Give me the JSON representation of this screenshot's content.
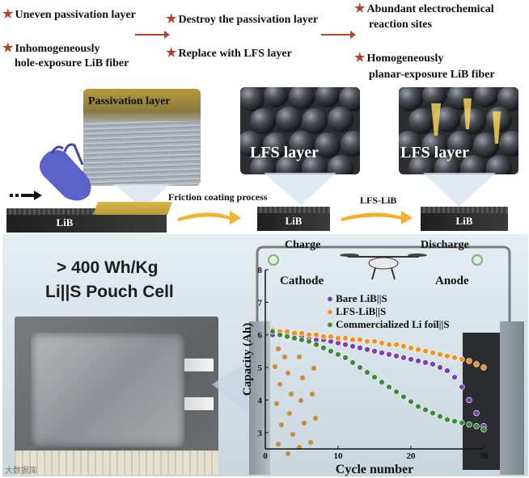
{
  "top_bullets": {
    "left": [
      "Uneven passivation layer",
      "Inhomogeneously",
      "hole-exposure LiB fiber"
    ],
    "middle": [
      "Destroy the passivation layer",
      "Replace with LFS layer"
    ],
    "right": [
      "Abundant electrochemical",
      "reaction sites",
      "Homogeneously",
      "planar-exposure LiB fiber"
    ]
  },
  "panels": {
    "passivation": "Passivation layer",
    "lfs_1": "LFS layer",
    "lfs_2": "LFS layer"
  },
  "process": {
    "friction": "Friction coating process",
    "lfs_lib": "LFS-LiB",
    "lib_1": "LiB",
    "lib_2": "LiB",
    "lib_3": "LiB"
  },
  "pouch": {
    "title1": "> 400 Wh/Kg",
    "title2": "Li||S Pouch Cell"
  },
  "battery": {
    "charge": "Charge",
    "discharge": "Discharge",
    "cathode": "Cathode",
    "anode": "Anode"
  },
  "watermark": "大数据库",
  "colors": {
    "bare": "#7a3fb0",
    "lfs": "#f2921e",
    "foil": "#3d8a3a",
    "star": "#b5432a"
  },
  "chart_data": {
    "type": "scatter",
    "xlabel": "Cycle number",
    "ylabel": "Capacity (Ah)",
    "xlim": [
      0,
      30
    ],
    "ylim": [
      2.5,
      8
    ],
    "xticks": [
      0,
      10,
      20,
      30
    ],
    "yticks": [
      3,
      4,
      5,
      6,
      7,
      8
    ],
    "legend_position": "top-right",
    "series": [
      {
        "name": "Bare LiB||S",
        "color": "#7a3fb0",
        "x": [
          1,
          2,
          3,
          4,
          5,
          6,
          7,
          8,
          9,
          10,
          11,
          12,
          13,
          14,
          15,
          16,
          17,
          18,
          19,
          20,
          21,
          22,
          23,
          24,
          25,
          26,
          27,
          28,
          29,
          30
        ],
        "y": [
          6.0,
          6.0,
          6.0,
          5.95,
          5.95,
          5.9,
          5.85,
          5.85,
          5.8,
          5.75,
          5.7,
          5.65,
          5.6,
          5.55,
          5.5,
          5.45,
          5.4,
          5.35,
          5.3,
          5.25,
          5.2,
          5.15,
          5.1,
          5.0,
          4.9,
          4.7,
          4.4,
          4.0,
          3.6,
          3.2
        ]
      },
      {
        "name": "LFS-LiB||S",
        "color": "#f2921e",
        "x": [
          1,
          2,
          3,
          4,
          5,
          6,
          7,
          8,
          9,
          10,
          11,
          12,
          13,
          14,
          15,
          16,
          17,
          18,
          19,
          20,
          21,
          22,
          23,
          24,
          25,
          26,
          27,
          28,
          29,
          30
        ],
        "y": [
          6.15,
          6.1,
          6.1,
          6.05,
          6.05,
          6.0,
          6.0,
          5.95,
          5.95,
          5.9,
          5.9,
          5.85,
          5.85,
          5.8,
          5.8,
          5.75,
          5.7,
          5.7,
          5.65,
          5.6,
          5.55,
          5.5,
          5.45,
          5.4,
          5.35,
          5.3,
          5.25,
          5.2,
          5.1,
          5.0
        ]
      },
      {
        "name": "Commercialized Li foil||S",
        "color": "#3d8a3a",
        "x": [
          1,
          2,
          3,
          4,
          5,
          6,
          7,
          8,
          9,
          10,
          11,
          12,
          13,
          14,
          15,
          16,
          17,
          18,
          19,
          20,
          21,
          22,
          23,
          24,
          25,
          26,
          27,
          28,
          29,
          30
        ],
        "y": [
          6.1,
          6.0,
          5.95,
          5.9,
          5.85,
          5.8,
          5.7,
          5.6,
          5.5,
          5.4,
          5.3,
          5.15,
          5.0,
          4.85,
          4.7,
          4.55,
          4.4,
          4.25,
          4.1,
          3.95,
          3.8,
          3.7,
          3.6,
          3.5,
          3.4,
          3.35,
          3.3,
          3.25,
          3.2,
          3.1
        ]
      }
    ]
  }
}
